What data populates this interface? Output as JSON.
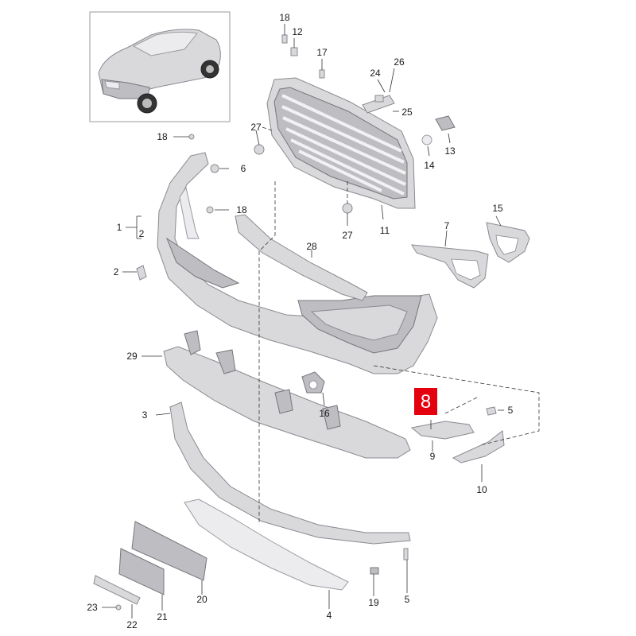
{
  "colors": {
    "highlight": "#e4000f",
    "part_fill": "#d9d9dc",
    "outline": "#8a8a90"
  },
  "highlighted_part": "8",
  "labels": {
    "p1": "1",
    "p2a": "2",
    "p2b": "2",
    "p3": "3",
    "p4": "4",
    "p5a": "5",
    "p5b": "5",
    "p6": "6",
    "p7": "7",
    "p9": "9",
    "p10": "10",
    "p11": "11",
    "p12": "12",
    "p13": "13",
    "p14": "14",
    "p15": "15",
    "p16": "16",
    "p17": "17",
    "p18a": "18",
    "p18b": "18",
    "p18c": "18",
    "p19": "19",
    "p20": "20",
    "p21": "21",
    "p22": "22",
    "p23": "23",
    "p24": "24",
    "p25": "25",
    "p26": "26",
    "p27a": "27",
    "p27b": "27",
    "p28": "28",
    "p29": "29"
  }
}
